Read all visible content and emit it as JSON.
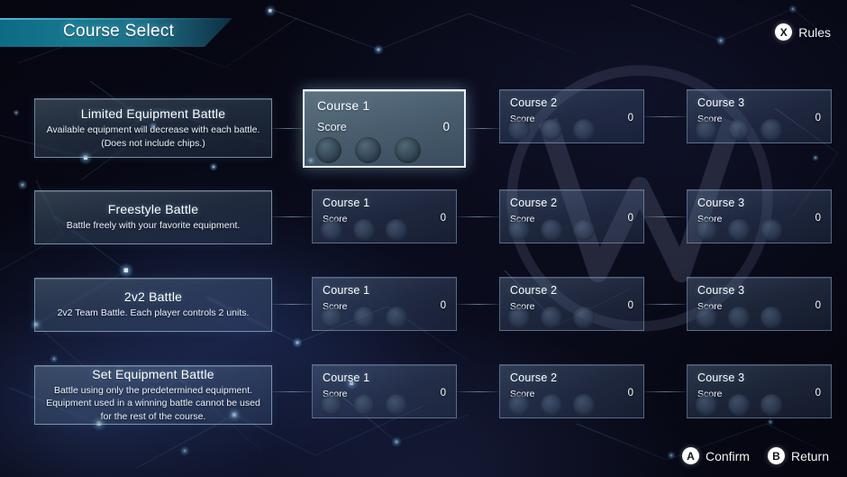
{
  "header": {
    "title": "Course Select"
  },
  "rules_prompt": {
    "button": "X",
    "label": "Rules"
  },
  "footer_prompts": [
    {
      "button": "A",
      "label": "Confirm"
    },
    {
      "button": "B",
      "label": "Return"
    }
  ],
  "score_label": "Score",
  "rows": [
    {
      "mode_title": "Limited Equipment Battle",
      "mode_desc": "Available equipment will decrease with each battle.\n(Does not include chips.)",
      "courses": [
        {
          "title": "Course 1",
          "score": "0",
          "selected": true
        },
        {
          "title": "Course 2",
          "score": "0",
          "selected": false
        },
        {
          "title": "Course 3",
          "score": "0",
          "selected": false
        }
      ]
    },
    {
      "mode_title": "Freestyle Battle",
      "mode_desc": "Battle freely with your favorite equipment.",
      "courses": [
        {
          "title": "Course 1",
          "score": "0",
          "selected": false
        },
        {
          "title": "Course 2",
          "score": "0",
          "selected": false
        },
        {
          "title": "Course 3",
          "score": "0",
          "selected": false
        }
      ]
    },
    {
      "mode_title": "2v2 Battle",
      "mode_desc": "2v2 Team Battle. Each player controls 2 units.",
      "courses": [
        {
          "title": "Course 1",
          "score": "0",
          "selected": false
        },
        {
          "title": "Course 2",
          "score": "0",
          "selected": false
        },
        {
          "title": "Course 3",
          "score": "0",
          "selected": false
        }
      ]
    },
    {
      "mode_title": "Set Equipment Battle",
      "mode_desc": "Battle using only the predetermined equipment.\nEquipment used in a winning battle cannot be used for the rest of the course.",
      "courses": [
        {
          "title": "Course 1",
          "score": "0",
          "selected": false
        },
        {
          "title": "Course 2",
          "score": "0",
          "selected": false
        },
        {
          "title": "Course 3",
          "score": "0",
          "selected": false
        }
      ]
    }
  ],
  "colors": {
    "accent": "#19798f",
    "card_border": "#96bad6",
    "selected_border": "#f4faff",
    "text": "#ffffff"
  }
}
